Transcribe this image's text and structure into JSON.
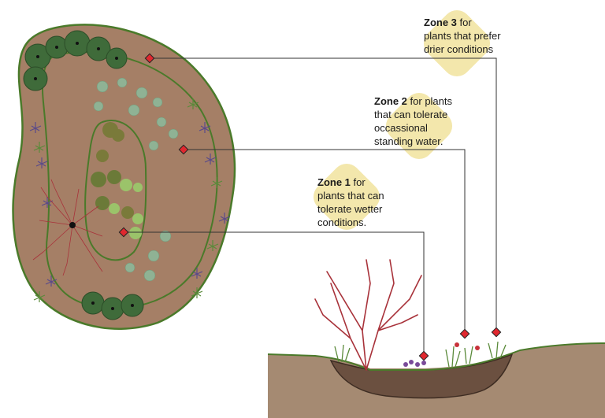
{
  "zones": [
    {
      "id": "zone-1",
      "title": "Zone 1",
      "lines": [
        "for",
        "plants that can",
        "tolerate wetter",
        "conditions."
      ]
    },
    {
      "id": "zone-2",
      "title": "Zone 2",
      "lines": [
        "for plants",
        "that can tolerate",
        "occassional",
        "standing water."
      ]
    },
    {
      "id": "zone-3",
      "title": "Zone 3",
      "lines": [
        "for",
        "plants that prefer",
        "drier conditions"
      ]
    }
  ],
  "colors": {
    "soil": "#a57f66",
    "soil_edge": "#4a7a2a",
    "ground": "#a58a72",
    "basin": "#6b5040",
    "label_blob": "#f3e6a8",
    "marker": "#e0282f",
    "leader_line": "#333333",
    "shrub_dark": "#3f6b3a",
    "shrub_light": "#9bc36a",
    "stem_red": "#a8323a"
  }
}
